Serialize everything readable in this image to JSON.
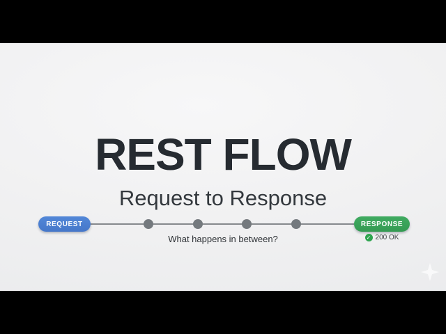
{
  "slide": {
    "title": "REST FLOW",
    "subtitle": "Request to Response"
  },
  "flow": {
    "request_label": "REQUEST",
    "response_label": "RESPONSE",
    "caption": "What happens in between?",
    "status": {
      "check_glyph": "✓",
      "code_text": "200 OK"
    },
    "dot_count": 4
  },
  "icons": {
    "check": "check-circle",
    "sparkle": "four-pointed-star"
  },
  "colors": {
    "letterbox": "#000000",
    "background_light": "#f1f1f2",
    "background_shade": "#e9eaec",
    "title_text": "#262b31",
    "subtitle_text": "#33383d",
    "request_blue": "#4a7ed2",
    "response_green": "#3aa55c",
    "status_check_green": "#2ea44f",
    "timeline_line": "#85898d",
    "timeline_dot": "#74797e",
    "pill_text": "#ffffff"
  }
}
